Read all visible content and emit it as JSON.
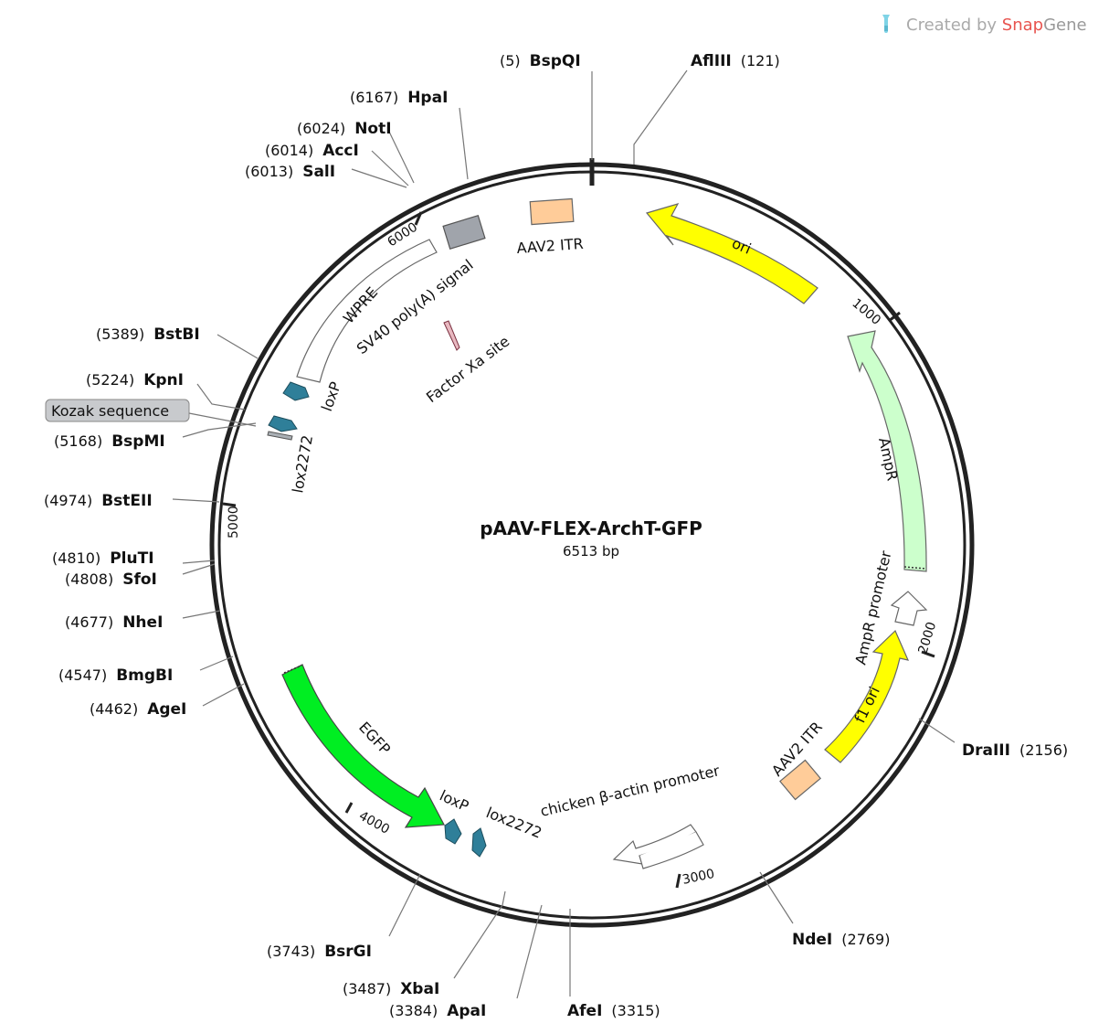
{
  "plasmid": {
    "name": "pAAV-FLEX-ArchT-GFP",
    "length_label": "6513 bp"
  },
  "branding": {
    "created_by": "Created by ",
    "snap": "Snap",
    "gene": "Gene"
  },
  "ticks": [
    "1000",
    "2000",
    "3000",
    "4000",
    "5000",
    "6000"
  ],
  "sites": [
    {
      "name": "BspQI",
      "pos": "(5)"
    },
    {
      "name": "AflIII",
      "pos": "(121)"
    },
    {
      "name": "DraIII",
      "pos": "(2156)"
    },
    {
      "name": "NdeI",
      "pos": "(2769)"
    },
    {
      "name": "AfeI",
      "pos": "(3315)"
    },
    {
      "name": "ApaI",
      "pos": "(3384)"
    },
    {
      "name": "XbaI",
      "pos": "(3487)"
    },
    {
      "name": "BsrGI",
      "pos": "(3743)"
    },
    {
      "name": "AgeI",
      "pos": "(4462)"
    },
    {
      "name": "BmgBI",
      "pos": "(4547)"
    },
    {
      "name": "NheI",
      "pos": "(4677)"
    },
    {
      "name": "SfoI",
      "pos": "(4808)"
    },
    {
      "name": "PluTI",
      "pos": "(4810)"
    },
    {
      "name": "BstEII",
      "pos": "(4974)"
    },
    {
      "name": "BspMI",
      "pos": "(5168)"
    },
    {
      "name": "KpnI",
      "pos": "(5224)"
    },
    {
      "name": "BstBI",
      "pos": "(5389)"
    },
    {
      "name": "SalI",
      "pos": "(6013)"
    },
    {
      "name": "AccI",
      "pos": "(6014)"
    },
    {
      "name": "NotI",
      "pos": "(6024)"
    },
    {
      "name": "HpaI",
      "pos": "(6167)"
    }
  ],
  "features": {
    "kozak": "Kozak sequence",
    "aav2_itr_top": "AAV2 ITR",
    "ori": "ori",
    "ampr": "AmpR",
    "ampr_promoter": "AmpR promoter",
    "f1_ori": "f1 ori",
    "aav2_itr_bottom": "AAV2 ITR",
    "chicken_actin": "chicken β-actin promoter",
    "lox2272_bottom": "lox2272",
    "loxp_bottom": "loxP",
    "egfp": "EGFP",
    "wpre": "WPRE",
    "sv40": "SV40 poly(A) signal",
    "factor_xa": "Factor Xa site",
    "loxp_top": "loxP",
    "lox2272_top": "lox2272"
  },
  "colors": {
    "ori": "#ffff00",
    "f1_ori": "#ffff00",
    "ampr": "#ccffcc",
    "egfp": "#00ee22",
    "itr": "#ffcc99",
    "sv40": "#a0a4ab",
    "lox": "#2f7f99",
    "snap": "#e8544f",
    "gene": "#999999"
  }
}
